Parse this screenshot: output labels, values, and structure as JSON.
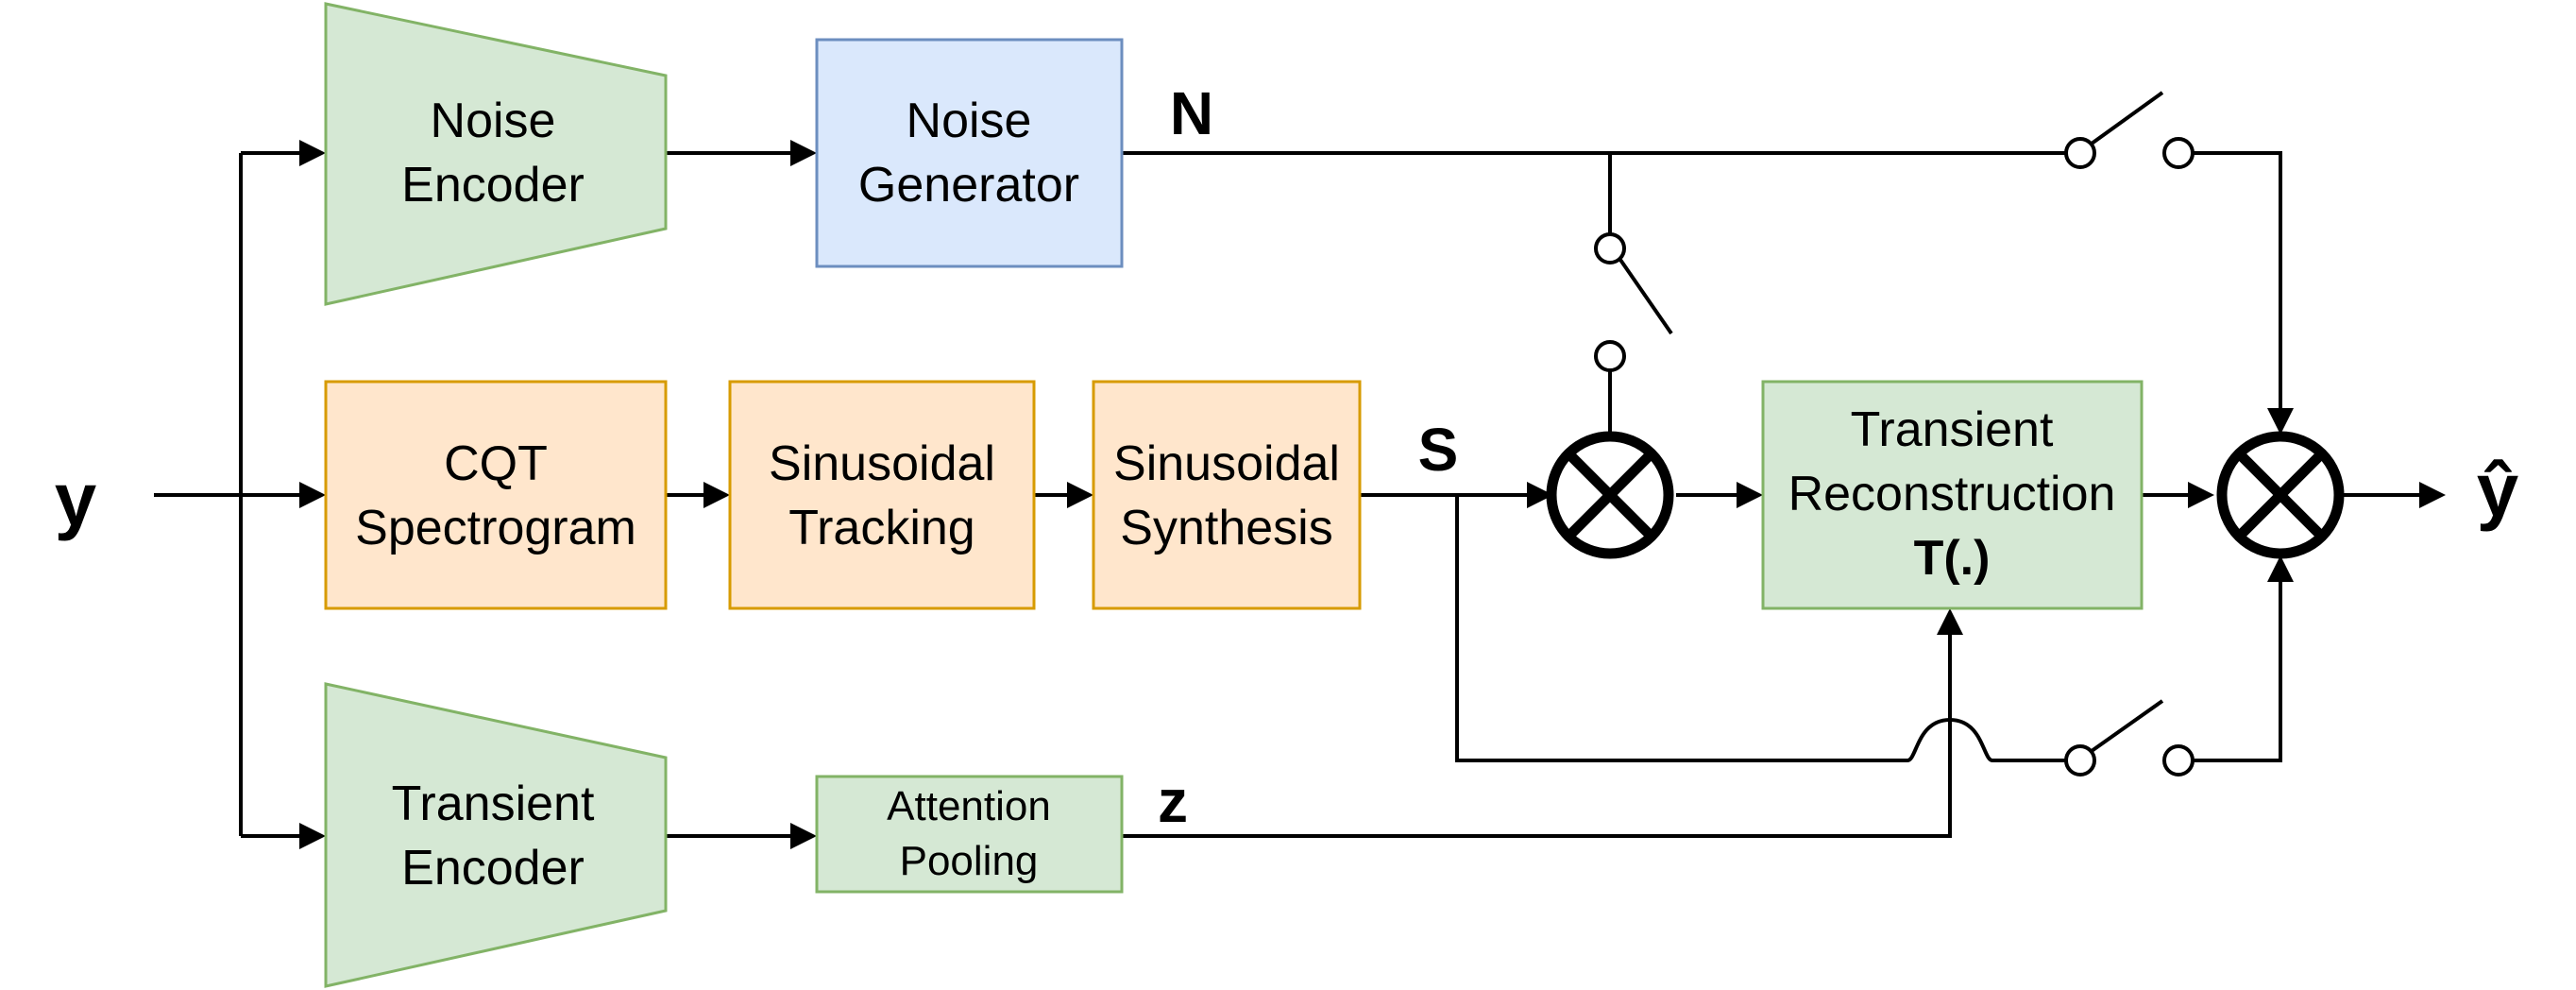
{
  "blocks": {
    "noise_encoder": {
      "line1": "Noise",
      "line2": "Encoder"
    },
    "noise_generator": {
      "line1": "Noise",
      "line2": "Generator"
    },
    "cqt": {
      "line1": "CQT",
      "line2": "Spectrogram"
    },
    "sin_tracking": {
      "line1": "Sinusoidal",
      "line2": "Tracking"
    },
    "sin_synthesis": {
      "line1": "Sinusoidal",
      "line2": "Synthesis"
    },
    "transient_reconstruction": {
      "line1": "Transient",
      "line2": "Reconstruction",
      "line3": "T(.)"
    },
    "transient_encoder": {
      "line1": "Transient",
      "line2": "Encoder"
    },
    "attention_pooling": {
      "line1": "Attention",
      "line2": "Pooling"
    }
  },
  "signals": {
    "input": "y",
    "output": "ŷ",
    "noise": "N",
    "sinusoid": "S",
    "latent": "z"
  },
  "colors": {
    "green_fill": "#d5e8d4",
    "green_stroke": "#82b366",
    "blue_fill": "#dae8fc",
    "blue_stroke": "#6c8ebf",
    "orange_fill": "#ffe6cc",
    "orange_stroke": "#d79b00"
  }
}
